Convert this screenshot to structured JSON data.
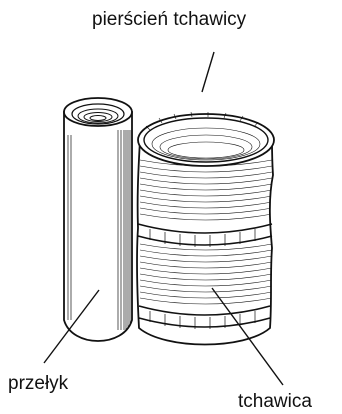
{
  "labels": {
    "ring": "pierścień tchawicy",
    "esophagus": "przełyk",
    "trachea": "tchawica"
  },
  "colors": {
    "ink": "#111111",
    "background": "#ffffff"
  }
}
